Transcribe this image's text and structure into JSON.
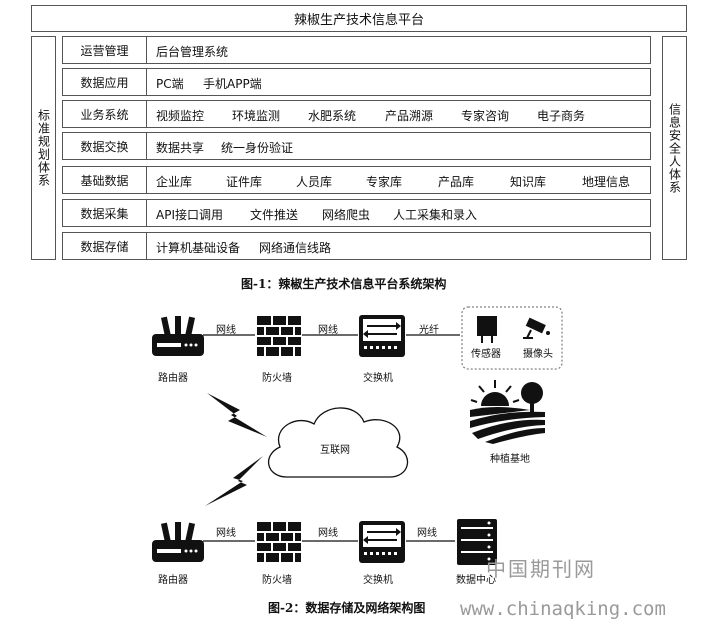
{
  "fig1": {
    "title": "辣椒生产技术信息平台",
    "left_label": "标准规划体系",
    "right_label": "信息安全人体系",
    "rows": [
      {
        "name": "运营管理",
        "items": [
          "后台管理系统"
        ]
      },
      {
        "name": "数据应用",
        "items": [
          "PC端",
          "手机APP端"
        ]
      },
      {
        "name": "业务系统",
        "items": [
          "视频监控",
          "环境监测",
          "水肥系统",
          "产品溯源",
          "专家咨询",
          "电子商务"
        ]
      },
      {
        "name": "数据交换",
        "items": [
          "数据共享",
          "统一身份验证"
        ]
      },
      {
        "name": "基础数据",
        "items": [
          "企业库",
          "证件库",
          "人员库",
          "专家库",
          "产品库",
          "知识库",
          "地理信息"
        ]
      },
      {
        "name": "数据采集",
        "items": [
          "API接口调用",
          "文件推送",
          "网络爬虫",
          "人工采集和录入"
        ]
      },
      {
        "name": "数据存储",
        "items": [
          "计算机基础设备",
          "网络通信线路"
        ]
      }
    ],
    "caption": "图-1：辣椒生产技术信息平台系统架构"
  },
  "fig2": {
    "top": {
      "router": "路由器",
      "firewall": "防火墙",
      "switch": "交换机",
      "link1": "网线",
      "link2": "网线",
      "link3": "光纤",
      "sensor": "传感器",
      "camera": "摄像头"
    },
    "farm": "种植基地",
    "internet": "互联网",
    "bottom": {
      "router": "路由器",
      "firewall": "防火墙",
      "switch": "交换机",
      "datacenter": "数据中心",
      "link1": "网线",
      "link2": "网线",
      "link3": "网线"
    },
    "caption": "图-2：数据存储及网络架构图"
  },
  "watermark": {
    "cn": "中国期刊网",
    "url": "www.chinaqking.com"
  }
}
